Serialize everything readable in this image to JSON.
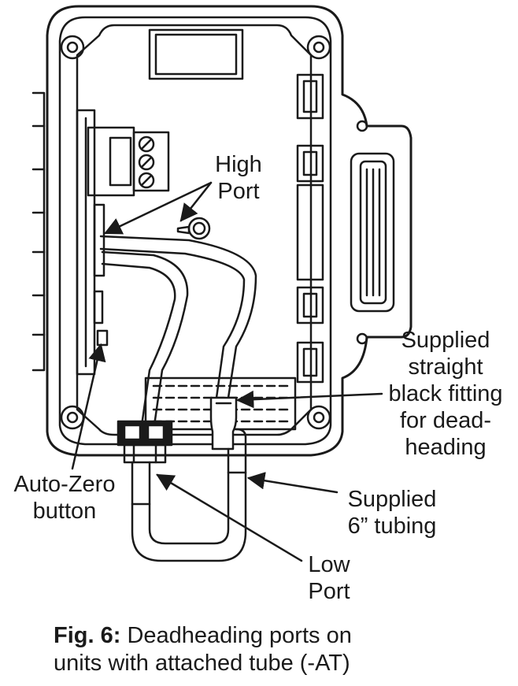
{
  "labels": {
    "high_port": [
      "High",
      "Port"
    ],
    "auto_zero": [
      "Auto-Zero",
      "button"
    ],
    "low_port": [
      "Low",
      "Port"
    ],
    "fitting": [
      "Supplied",
      "straight",
      "black fitting",
      "for dead-",
      "heading"
    ],
    "tubing": [
      "Supplied",
      "6” tubing"
    ]
  },
  "caption": {
    "prefix": "Fig. 6:",
    "line1": "Deadheading ports on",
    "line2": "units with attached tube (-AT)"
  },
  "colors": {
    "ink": "#1a1a1a",
    "paper": "#ffffff"
  }
}
